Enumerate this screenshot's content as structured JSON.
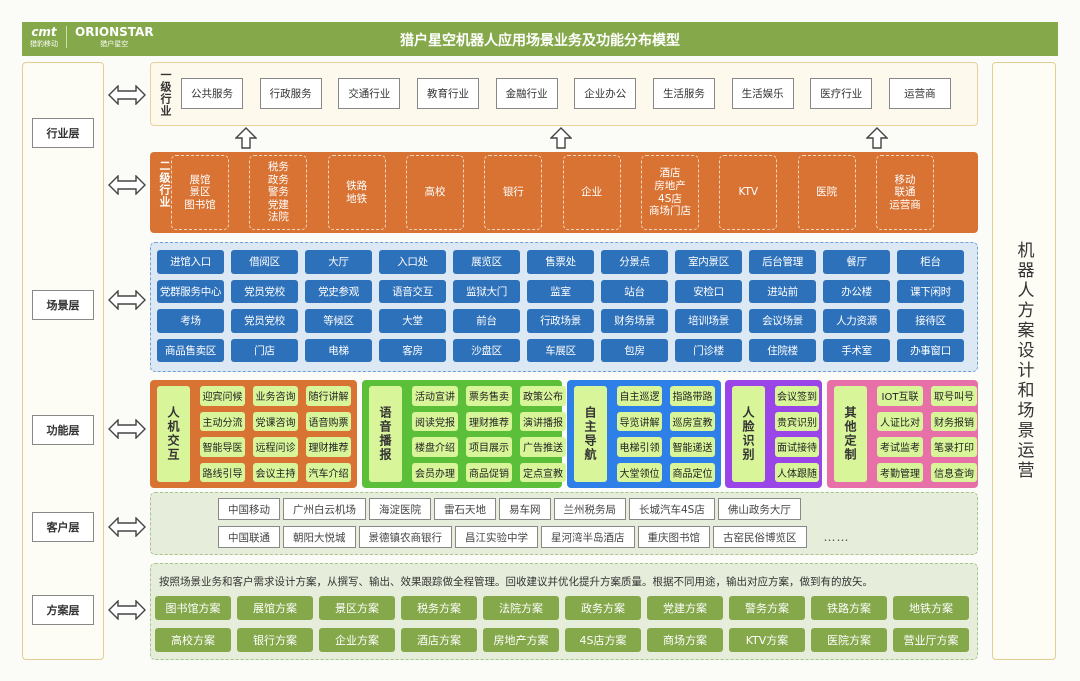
{
  "header": {
    "logo_left": "cmt",
    "logo_left_sub": "猎豹移动",
    "logo_right": "ORIONSTAR",
    "logo_right_sub": "猎户星空",
    "title": "猎户星空机器人应用场景业务及功能分布模型"
  },
  "layers": [
    "行业层",
    "场景层",
    "功能层",
    "客户层",
    "方案层"
  ],
  "right_panel": "机器人方案设计和场景运营",
  "industry_l1": {
    "label": "一级行业",
    "items": [
      "公共服务",
      "行政服务",
      "交通行业",
      "教育行业",
      "金融行业",
      "企业办公",
      "生活服务",
      "生活娱乐",
      "医疗行业",
      "运营商"
    ]
  },
  "industry_l2": {
    "label": "二级行业",
    "items": [
      "展馆\n景区\n图书馆",
      "税务\n政务\n警务\n党建\n法院",
      "铁路\n地铁",
      "高校",
      "银行",
      "企业",
      "酒店\n房地产\n4S店\n商场门店",
      "KTV",
      "医院",
      "移动\n联通\n运营商"
    ]
  },
  "scenes": [
    "进馆入口",
    "借阅区",
    "大厅",
    "入口处",
    "展览区",
    "售票处",
    "分景点",
    "室内景区",
    "后台管理",
    "餐厅",
    "柜台",
    "党群服务中心",
    "党员党校",
    "党史参观",
    "语音交互",
    "监狱大门",
    "监室",
    "站台",
    "安检口",
    "进站前",
    "办公楼",
    "课下闲时",
    "考场",
    "党员党校",
    "等候区",
    "大堂",
    "前台",
    "行政场景",
    "财务场景",
    "培训场景",
    "会议场景",
    "人力资源",
    "接待区",
    "商品售卖区",
    "门店",
    "电梯",
    "客房",
    "沙盘区",
    "车展区",
    "包房",
    "门诊楼",
    "住院楼",
    "手术室",
    "办事窗口"
  ],
  "functions": [
    {
      "label": "人机交互",
      "color": "#d87333",
      "items": [
        "迎宾问候",
        "业务咨询",
        "随行讲解",
        "主动分流",
        "党课咨询",
        "语音购票",
        "智能导医",
        "远程问诊",
        "理财推荐",
        "路线引导",
        "会议主持",
        "汽车介绍"
      ]
    },
    {
      "label": "语音播报",
      "color": "#5cbf3a",
      "items": [
        "活动宣讲",
        "票务售卖",
        "政策公布",
        "阅读党报",
        "理财推荐",
        "演讲播报",
        "楼盘介绍",
        "项目展示",
        "广告推送",
        "会员办理",
        "商品促销",
        "定点宣教"
      ]
    },
    {
      "label": "自主导航",
      "color": "#2e7fe8",
      "items": [
        "自主巡逻",
        "指路带路",
        "导览讲解",
        "巡房宣教",
        "电梯引领",
        "智能递送",
        "大堂领位",
        "商品定位"
      ]
    },
    {
      "label": "人脸识别",
      "color": "#9a45e8",
      "items": [
        "会议签到",
        "贵宾识别",
        "面试接待",
        "人体跟随"
      ]
    },
    {
      "label": "其他定制",
      "color": "#e870a8",
      "items": [
        "IOT互联",
        "取号叫号",
        "人证比对",
        "财务报销",
        "考试监考",
        "笔录打印",
        "考勤管理",
        "信息查询"
      ]
    }
  ],
  "customers": {
    "row1": [
      "中国移动",
      "广州白云机场",
      "海淀医院",
      "雷石天地",
      "易车网",
      "兰州税务局",
      "长城汽车4S店",
      "佛山政务大厅"
    ],
    "row2": [
      "中国联通",
      "朝阳大悦城",
      "景德镇农商银行",
      "昌江实验中学",
      "星河湾半岛酒店",
      "重庆图书馆",
      "古窑民俗博览区"
    ],
    "more": "……"
  },
  "solutions": {
    "description": "按照场景业务和客户需求设计方案，从撰写、输出、效果跟踪做全程管理。回收建议并优化提升方案质量。根据不同用途，输出对应方案，做到有的放矢。",
    "row1": [
      "图书馆方案",
      "展馆方案",
      "景区方案",
      "税务方案",
      "法院方案",
      "政务方案",
      "党建方案",
      "警务方案",
      "铁路方案",
      "地铁方案"
    ],
    "row2": [
      "高校方案",
      "银行方案",
      "企业方案",
      "酒店方案",
      "房地产方案",
      "4S店方案",
      "商场方案",
      "KTV方案",
      "医院方案",
      "营业厅方案"
    ]
  },
  "colors": {
    "header": "#84a84a",
    "l2": "#d87333",
    "scene": "#2e71bb",
    "function_item": "#d8f59a"
  }
}
